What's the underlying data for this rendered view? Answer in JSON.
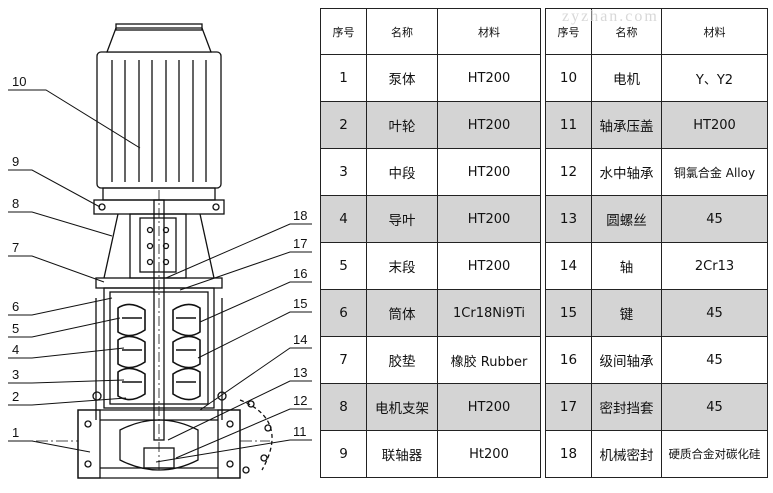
{
  "headers": {
    "no": "序号",
    "name": "名称",
    "material": "材料"
  },
  "parts_left": [
    {
      "no": "1",
      "name": "泵体",
      "material": "HT200"
    },
    {
      "no": "2",
      "name": "叶轮",
      "material": "HT200"
    },
    {
      "no": "3",
      "name": "中段",
      "material": "HT200"
    },
    {
      "no": "4",
      "name": "导叶",
      "material": "HT200"
    },
    {
      "no": "5",
      "name": "末段",
      "material": "HT200"
    },
    {
      "no": "6",
      "name": "筒体",
      "material": "1Cr18Ni9Ti"
    },
    {
      "no": "7",
      "name": "胶垫",
      "material": "橡胶 Rubber"
    },
    {
      "no": "8",
      "name": "电机支架",
      "material": "HT200"
    },
    {
      "no": "9",
      "name": "联轴器",
      "material": "Ht200"
    }
  ],
  "parts_right": [
    {
      "no": "10",
      "name": "电机",
      "material": "Y、Y2"
    },
    {
      "no": "11",
      "name": "轴承压盖",
      "material": "HT200"
    },
    {
      "no": "12",
      "name": "水中轴承",
      "material": "铜氯合金 Alloy"
    },
    {
      "no": "13",
      "name": "圆螺丝",
      "material": "45"
    },
    {
      "no": "14",
      "name": "轴",
      "material": "2Cr13"
    },
    {
      "no": "15",
      "name": "键",
      "material": "45"
    },
    {
      "no": "16",
      "name": "级间轴承",
      "material": "45"
    },
    {
      "no": "17",
      "name": "密封挡套",
      "material": "45"
    },
    {
      "no": "18",
      "name": "机械密封",
      "material": "硬质合金对碳化硅"
    }
  ],
  "callouts_left": [
    "10",
    "9",
    "8",
    "7",
    "6",
    "5",
    "4",
    "3",
    "2",
    "1"
  ],
  "callouts_right": [
    "18",
    "17",
    "16",
    "15",
    "14",
    "13",
    "12",
    "11"
  ],
  "watermark": "zyzhan.com"
}
